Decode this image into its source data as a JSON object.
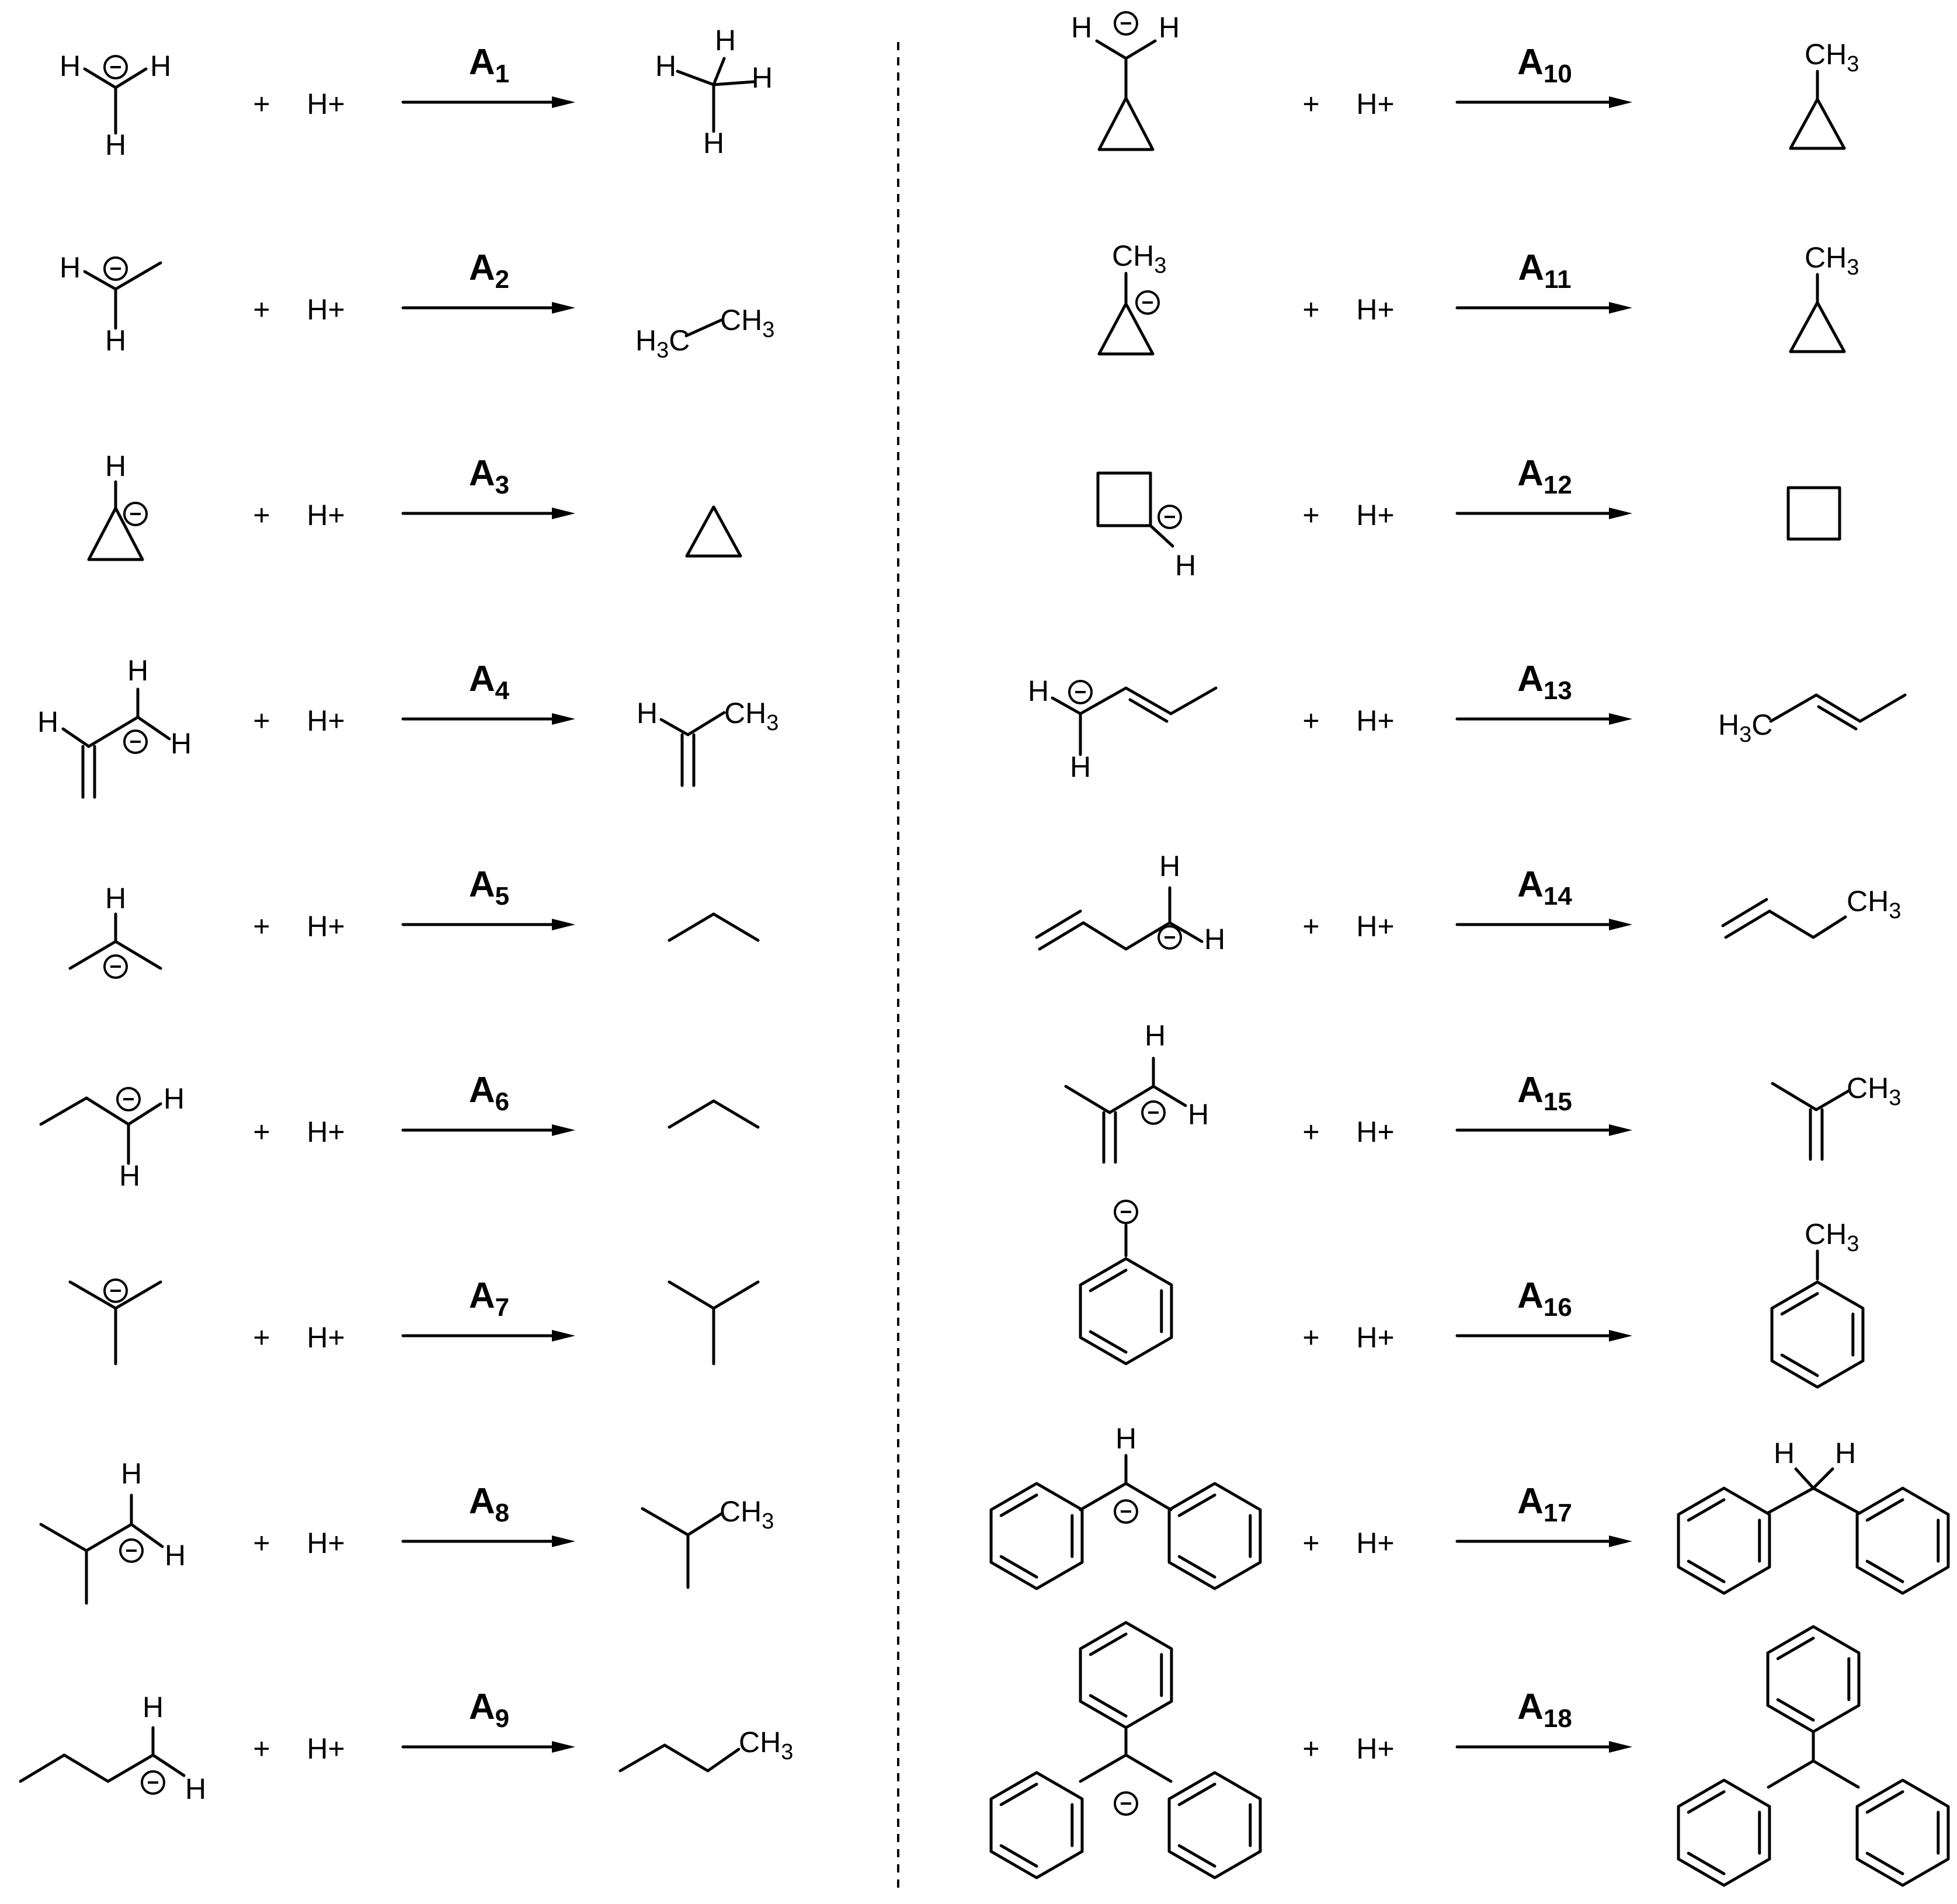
{
  "figure": {
    "plus_text": "+",
    "proton_text": "H+",
    "arrow_label_letter": "A",
    "charge_text": "⊖",
    "reactions": [
      {
        "index": "1",
        "label": "A",
        "subscript": "1"
      },
      {
        "index": "2",
        "label": "A",
        "subscript": "2"
      },
      {
        "index": "3",
        "label": "A",
        "subscript": "3"
      },
      {
        "index": "4",
        "label": "A",
        "subscript": "4"
      },
      {
        "index": "5",
        "label": "A",
        "subscript": "5"
      },
      {
        "index": "6",
        "label": "A",
        "subscript": "6"
      },
      {
        "index": "7",
        "label": "A",
        "subscript": "7"
      },
      {
        "index": "8",
        "label": "A",
        "subscript": "8"
      },
      {
        "index": "9",
        "label": "A",
        "subscript": "9"
      },
      {
        "index": "10",
        "label": "A",
        "subscript": "10"
      },
      {
        "index": "11",
        "label": "A",
        "subscript": "11"
      },
      {
        "index": "12",
        "label": "A",
        "subscript": "12"
      },
      {
        "index": "13",
        "label": "A",
        "subscript": "13"
      },
      {
        "index": "14",
        "label": "A",
        "subscript": "14"
      },
      {
        "index": "15",
        "label": "A",
        "subscript": "15"
      },
      {
        "index": "16",
        "label": "A",
        "subscript": "16"
      },
      {
        "index": "17",
        "label": "A",
        "subscript": "17"
      },
      {
        "index": "18",
        "label": "A",
        "subscript": "18"
      }
    ],
    "atom_labels": {
      "H": "H",
      "CH": "CH",
      "three": "3",
      "H3C_H": "H",
      "H3C_C": "C"
    }
  }
}
